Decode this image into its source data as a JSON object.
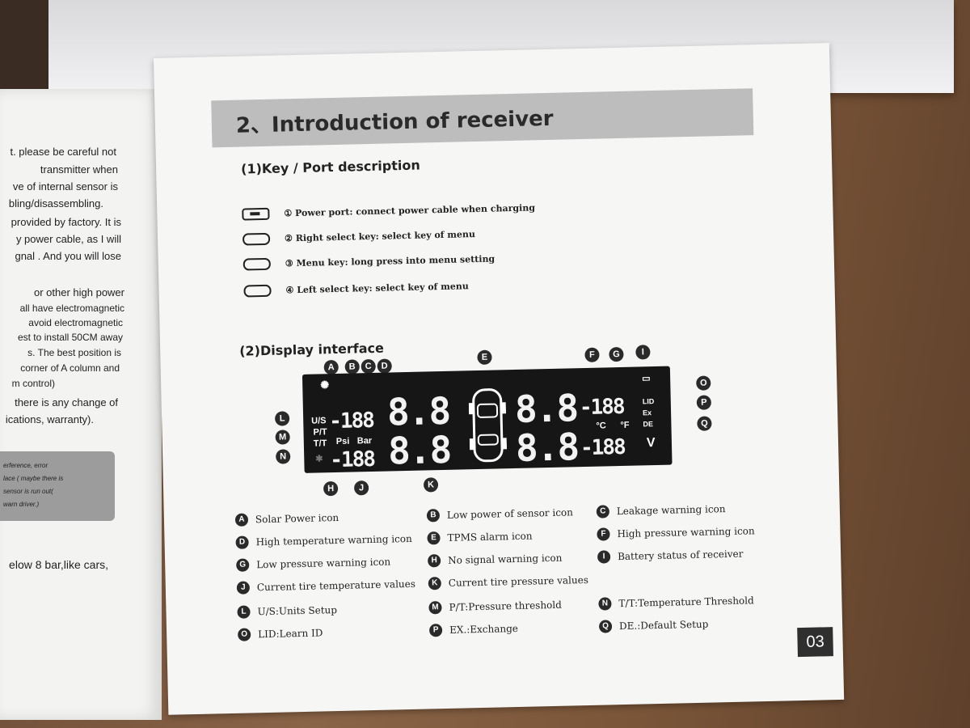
{
  "left_page": {
    "lines": [
      "t. please be careful not",
      "transmitter when",
      "ve of internal sensor is",
      "bling/disassembling.",
      "provided by factory. It is",
      "y power cable, as I will",
      "gnal . And you will lose",
      "or other high power",
      "all have electromagnetic",
      "avoid electromagnetic",
      "est to install 50CM away",
      "s. The best position is",
      "corner of A column and",
      "m control)",
      "there is any change of",
      "ications, warranty)."
    ],
    "box_lines": [
      "erference, error",
      "lace ( maybe there is",
      "sensor is run out(",
      "warn driver.)"
    ],
    "bottom_line": "elow 8 bar,like cars,"
  },
  "section_title": "2、Introduction of receiver",
  "key_port": {
    "heading": "(1)Key / Port description",
    "items": [
      {
        "icon": "power-port-icon",
        "text": "① Power port: connect power cable when charging"
      },
      {
        "icon": "right-key-icon",
        "text": "② Right select key: select key of menu"
      },
      {
        "icon": "menu-key-icon",
        "text": "③ Menu key: long press into menu setting"
      },
      {
        "icon": "left-key-icon",
        "text": "④ Left select key: select key of menu"
      }
    ]
  },
  "display": {
    "heading": "(2)Display interface",
    "lcd": {
      "us": "U/S",
      "pt": "P/T",
      "tt": "T/T",
      "psi": "Psi",
      "bar": "Bar",
      "small_top": "-188",
      "small_bottom": "-188",
      "big_tl": "8.8",
      "big_bl": "8.8",
      "big_tr": "8.8",
      "big_br": "8.8",
      "right_top": "-188",
      "right_bottom": "-188",
      "deg_c": "°C",
      "deg_f": "°F",
      "lid": "LID",
      "ex": "Ex",
      "de": "DE",
      "v": "V"
    },
    "markers": [
      "A",
      "B",
      "C",
      "D",
      "E",
      "F",
      "G",
      "I",
      "L",
      "M",
      "N",
      "H",
      "J",
      "K",
      "O",
      "P",
      "Q"
    ]
  },
  "legend": [
    {
      "letter": "A",
      "text": "Solar Power icon"
    },
    {
      "letter": "B",
      "text": "Low power of sensor icon"
    },
    {
      "letter": "C",
      "text": "Leakage warning icon"
    },
    {
      "letter": "D",
      "text": "High temperature warning icon"
    },
    {
      "letter": "E",
      "text": "TPMS alarm icon"
    },
    {
      "letter": "F",
      "text": "High pressure warning icon"
    },
    {
      "letter": "G",
      "text": "Low pressure warning icon"
    },
    {
      "letter": "H",
      "text": "No signal warning icon"
    },
    {
      "letter": "I",
      "text": "Battery status of receiver"
    },
    {
      "letter": "J",
      "text": "Current tire temperature values"
    },
    {
      "letter": "K",
      "text": "Current tire pressure values"
    },
    {
      "letter": "L",
      "text": "U/S:Units Setup"
    },
    {
      "letter": "M",
      "text": "P/T:Pressure threshold"
    },
    {
      "letter": "N",
      "text": "T/T:Temperature Threshold"
    },
    {
      "letter": "O",
      "text": "LID:Learn ID"
    },
    {
      "letter": "P",
      "text": "EX.:Exchange"
    },
    {
      "letter": "Q",
      "text": "DE.:Default Setup"
    }
  ],
  "page_number": "03"
}
